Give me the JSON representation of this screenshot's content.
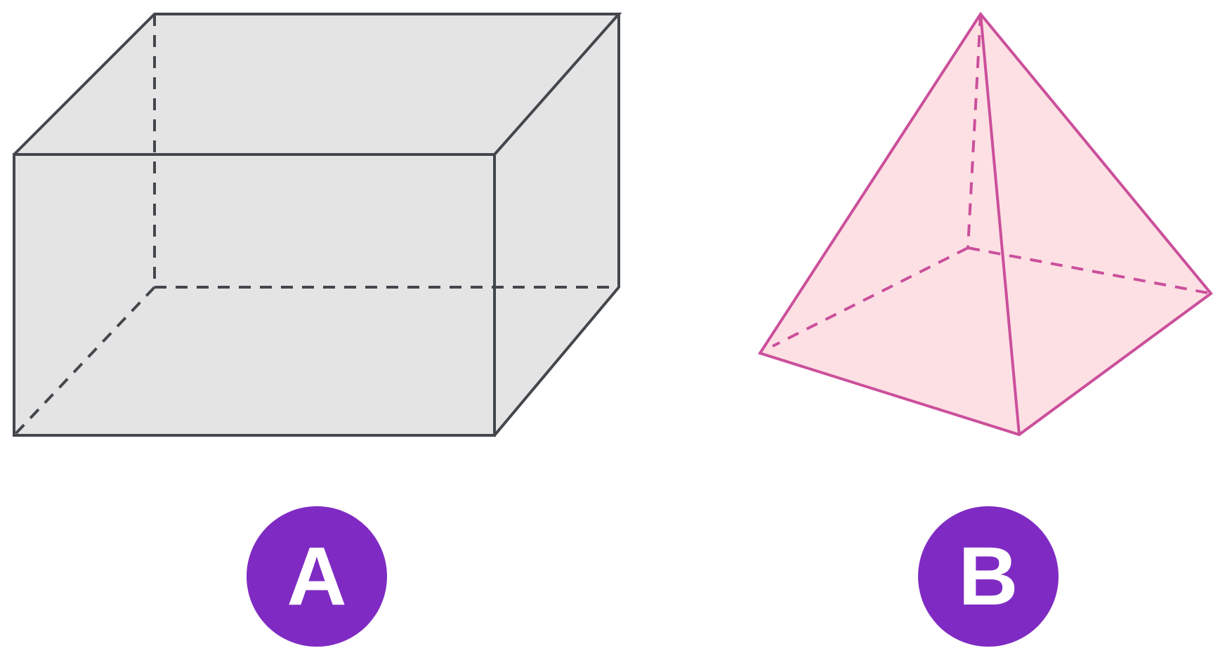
{
  "figures": [
    {
      "id": "A",
      "shape": "rectangular-prism",
      "label": "A",
      "fill_color": "#e4e4e4",
      "stroke_color": "#43474c"
    },
    {
      "id": "B",
      "shape": "square-pyramid",
      "label": "B",
      "fill_color": "#fde0e4",
      "stroke_color": "#cb4f9b"
    }
  ],
  "badge_color": "#7f2bc3",
  "badge_text_color": "#ffffff"
}
